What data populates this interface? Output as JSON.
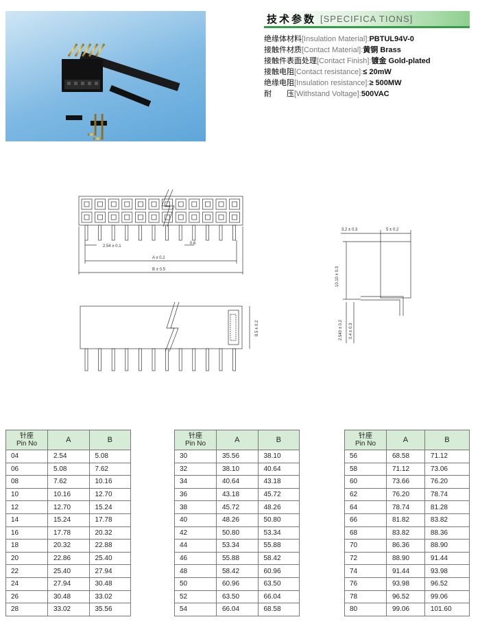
{
  "specs": {
    "title_cn": "技术参数",
    "title_en": "[SPECIFICA TIONS]",
    "rows": [
      {
        "cn": "绝缘体材料",
        "en": "[Insulation Material]:",
        "value": "PBTUL94V-0"
      },
      {
        "cn": "接触件材质",
        "en": "[Contact Material]:",
        "value": "黄铜 Brass"
      },
      {
        "cn": "接触件表面处理",
        "en": "[Contact Finish]:",
        "value": "镀金 Gold-plated"
      },
      {
        "cn": "接触电阻",
        "en": "[Contact resistance]:",
        "value": "≤ 20mW"
      },
      {
        "cn": "绝缘电阻",
        "en": "[Insulation resistance]:",
        "value": "≥ 500MW"
      },
      {
        "cn": "耐　　压",
        "en": "[Withstand Voltage]:",
        "value": "500VAC"
      }
    ]
  },
  "drawing": {
    "pitch": "2.54 ± 0.1",
    "pin_width": "0.6",
    "dim_a": "A ± 0.2",
    "dim_b": "B ± 0.5",
    "height": "8.5 ± 0.2",
    "side_left": "3.2 ± 0.3",
    "side_right": "5 ± 0.2",
    "side_height": "10.10 ± 0.3",
    "side_pitch": "2.540 ± 0.2",
    "side_pin": "0.4 ± 0.3"
  },
  "table": {
    "header_cn": "针座",
    "header_en": "Pin No",
    "col_a": "A",
    "col_b": "B",
    "columns": [
      [
        [
          "04",
          "2.54",
          "5.08"
        ],
        [
          "06",
          "5.08",
          "7.62"
        ],
        [
          "08",
          "7.62",
          "10.16"
        ],
        [
          "10",
          "10.16",
          "12.70"
        ],
        [
          "12",
          "12.70",
          "15.24"
        ],
        [
          "14",
          "15.24",
          "17.78"
        ],
        [
          "16",
          "17.78",
          "20.32"
        ],
        [
          "18",
          "20.32",
          "22.88"
        ],
        [
          "20",
          "22.86",
          "25.40"
        ],
        [
          "22",
          "25.40",
          "27.94"
        ],
        [
          "24",
          "27.94",
          "30.48"
        ],
        [
          "26",
          "30.48",
          "33.02"
        ],
        [
          "28",
          "33.02",
          "35.56"
        ]
      ],
      [
        [
          "30",
          "35.56",
          "38.10"
        ],
        [
          "32",
          "38.10",
          "40.64"
        ],
        [
          "34",
          "40.64",
          "43.18"
        ],
        [
          "36",
          "43.18",
          "45.72"
        ],
        [
          "38",
          "45.72",
          "48.26"
        ],
        [
          "40",
          "48.26",
          "50.80"
        ],
        [
          "42",
          "50.80",
          "53.34"
        ],
        [
          "44",
          "53.34",
          "55.88"
        ],
        [
          "46",
          "55.88",
          "58.42"
        ],
        [
          "48",
          "58.42",
          "60.96"
        ],
        [
          "50",
          "60.96",
          "63.50"
        ],
        [
          "52",
          "63.50",
          "66.04"
        ],
        [
          "54",
          "66.04",
          "68.58"
        ]
      ],
      [
        [
          "56",
          "68.58",
          "71.12"
        ],
        [
          "58",
          "71.12",
          "73.06"
        ],
        [
          "60",
          "73.66",
          "76.20"
        ],
        [
          "62",
          "76.20",
          "78.74"
        ],
        [
          "64",
          "78.74",
          "81.28"
        ],
        [
          "66",
          "81.82",
          "83.82"
        ],
        [
          "68",
          "83.82",
          "88.36"
        ],
        [
          "70",
          "86.36",
          "88.90"
        ],
        [
          "72",
          "88.90",
          "91.44"
        ],
        [
          "74",
          "91.44",
          "93.98"
        ],
        [
          "76",
          "93.98",
          "96.52"
        ],
        [
          "78",
          "96.52",
          "99.06"
        ],
        [
          "80",
          "99.06",
          "101.60"
        ]
      ]
    ]
  }
}
